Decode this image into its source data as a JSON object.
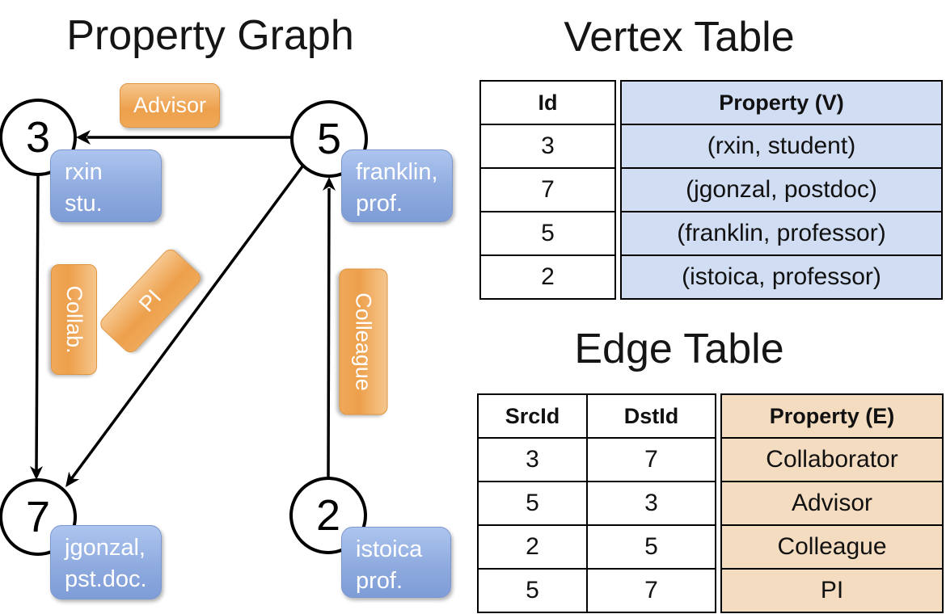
{
  "graph": {
    "title": "Property Graph",
    "nodes": [
      {
        "id": "3",
        "line1": "rxin",
        "line2": "stu."
      },
      {
        "id": "5",
        "line1": "franklin,",
        "line2": "prof."
      },
      {
        "id": "7",
        "line1": "jgonzal,",
        "line2": "pst.doc."
      },
      {
        "id": "2",
        "line1": "istoica",
        "line2": "prof."
      }
    ],
    "edge_labels": {
      "advisor": "Advisor",
      "collab": "Collab.",
      "pi": "PI",
      "colleague": "Colleague"
    }
  },
  "vertex_table": {
    "title": "Vertex Table",
    "columns": [
      "Id",
      "Property (V)"
    ],
    "rows": [
      [
        "3",
        "(rxin, student)"
      ],
      [
        "7",
        "(jgonzal, postdoc)"
      ],
      [
        "5",
        "(franklin, professor)"
      ],
      [
        "2",
        "(istoica, professor)"
      ]
    ]
  },
  "edge_table": {
    "title": "Edge Table",
    "columns": [
      "SrcId",
      "DstId",
      "Property (E)"
    ],
    "rows": [
      [
        "3",
        "7",
        "Collaborator"
      ],
      [
        "5",
        "3",
        "Advisor"
      ],
      [
        "2",
        "5",
        "Colleague"
      ],
      [
        "5",
        "7",
        "PI"
      ]
    ]
  },
  "colors": {
    "edge_label_orange": "#EDA14F",
    "vertex_box_blue": "#8FABDF",
    "vertex_table_fill": "#D0DDF2",
    "edge_table_fill": "#F4DCC1",
    "line_black": "#000000"
  }
}
